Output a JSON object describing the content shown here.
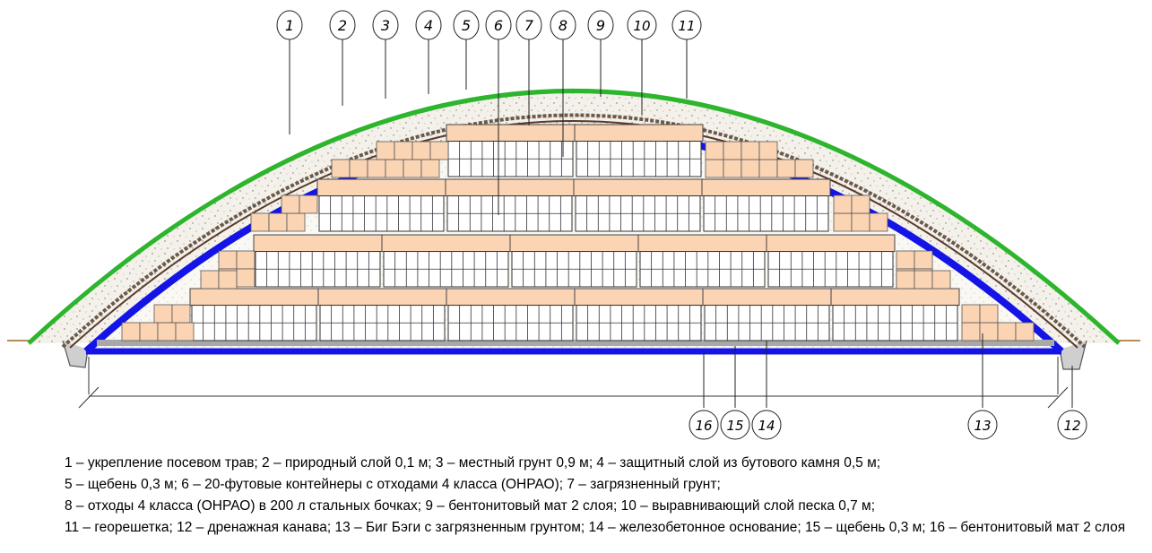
{
  "callouts": [
    {
      "num": "1"
    },
    {
      "num": "2"
    },
    {
      "num": "3"
    },
    {
      "num": "4"
    },
    {
      "num": "5"
    },
    {
      "num": "6"
    },
    {
      "num": "7"
    },
    {
      "num": "8"
    },
    {
      "num": "9"
    },
    {
      "num": "10"
    },
    {
      "num": "11"
    },
    {
      "num": "12"
    },
    {
      "num": "13"
    },
    {
      "num": "14"
    },
    {
      "num": "15"
    },
    {
      "num": "16"
    }
  ],
  "legend": {
    "line1": "1 – укрепление посевом трав; 2 – природный слой 0,1 м; 3 – местный грунт 0,9 м; 4 – защитный слой из бутового камня 0,5 м;",
    "line2": "5 – щебень 0,3 м; 6 – 20-футовые контейнеры с отходами 4 класса (ОНРАО); 7 – загрязненный грунт;",
    "line3": "8 – отходы 4 класса (ОНРАО) в 200 л стальных бочках; 9 – бентонитовый мат 2 слоя; 10 – выравнивающий слой песка 0,7 м;",
    "line4": "11 – георешетка; 12 – дренажная канава; 13 – Биг Бэги с загрязненным грунтом; 14 – железобетонное основание; 15 – щебень 0,3 м; 16 – бентонитовый мат 2 слоя"
  },
  "colors": {
    "grass": "#2db52d",
    "bentonite": "#1414e6",
    "geogrid": "#5a3a2a",
    "container_fill": "#fbd4b4",
    "soil_fill": "#f3efe6",
    "base": "#a8a8a8"
  }
}
